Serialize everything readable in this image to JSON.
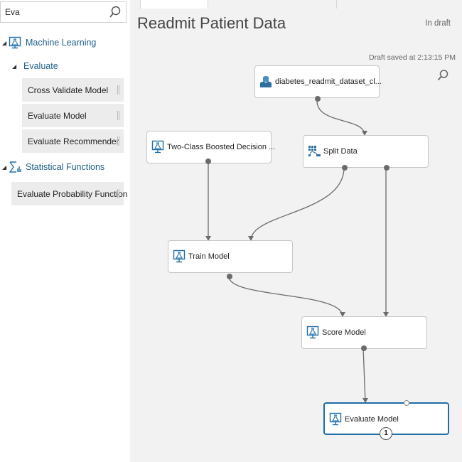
{
  "palette": {
    "search": {
      "value": "Eva"
    },
    "categories": [
      {
        "label": "Machine Learning",
        "icon": "flask-monitor-icon"
      },
      {
        "label": "Statistical Functions",
        "icon": "sigma-bars-icon"
      }
    ],
    "subcategory": {
      "label": "Evaluate"
    },
    "items": [
      {
        "label": "Cross Validate Model"
      },
      {
        "label": "Evaluate Model"
      },
      {
        "label": "Evaluate Recommender"
      },
      {
        "label": "Evaluate Probability Function"
      }
    ]
  },
  "experiment": {
    "title": "Readmit Patient Data",
    "status": "In draft",
    "saved_text": "Draft saved at 2:13:15 PM"
  },
  "modules": {
    "dataset": {
      "label": "diabetes_readmit_dataset_cl...",
      "icon": "dataset-cylinders-icon"
    },
    "boosted": {
      "label": "Two-Class Boosted Decision ...",
      "icon": "flask-monitor-icon"
    },
    "split": {
      "label": "Split Data",
      "icon": "split-grid-icon"
    },
    "train": {
      "label": "Train Model",
      "icon": "flask-monitor-icon"
    },
    "score": {
      "label": "Score Model",
      "icon": "flask-monitor-icon"
    },
    "evaluate": {
      "label": "Evaluate Model",
      "icon": "flask-monitor-icon",
      "badge": "1"
    }
  },
  "colors": {
    "accent": "#1e6ea8",
    "canvas": "#f2f2f2",
    "wire": "#6b6b6b"
  }
}
